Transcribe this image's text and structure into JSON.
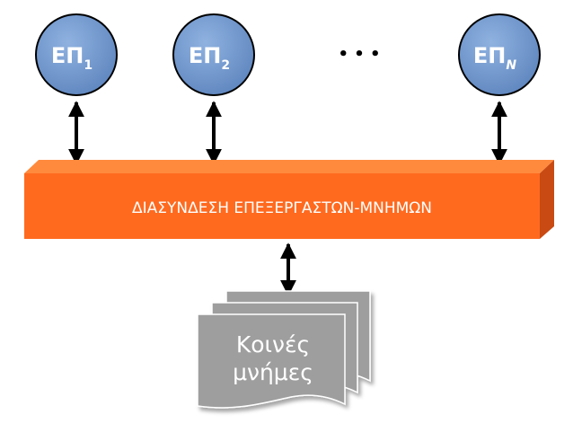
{
  "processors": [
    {
      "base": "ΕΠ",
      "sub": "1"
    },
    {
      "base": "ΕΠ",
      "sub": "2"
    },
    {
      "base": "ΕΠ",
      "sub": "N"
    }
  ],
  "ellipsis": "• • •",
  "interconnect": {
    "label": "ΔΙΑΣΥΝΔΕΣΗ ΕΠΕΞΕΡΓΑΣΤΩΝ-ΜΝΗΜΩΝ"
  },
  "memory": {
    "line1": "Κοινές",
    "line2": "μνήμες"
  },
  "colors": {
    "node_fill": "#6f96cc",
    "node_stroke": "#000000",
    "bus_front": "#ff6a1f",
    "bus_top": "#ff8a3d",
    "bus_side": "#c94a12",
    "memory_fill": "#9e9e9e",
    "memory_stroke": "#ffffff",
    "arrow": "#000000"
  }
}
